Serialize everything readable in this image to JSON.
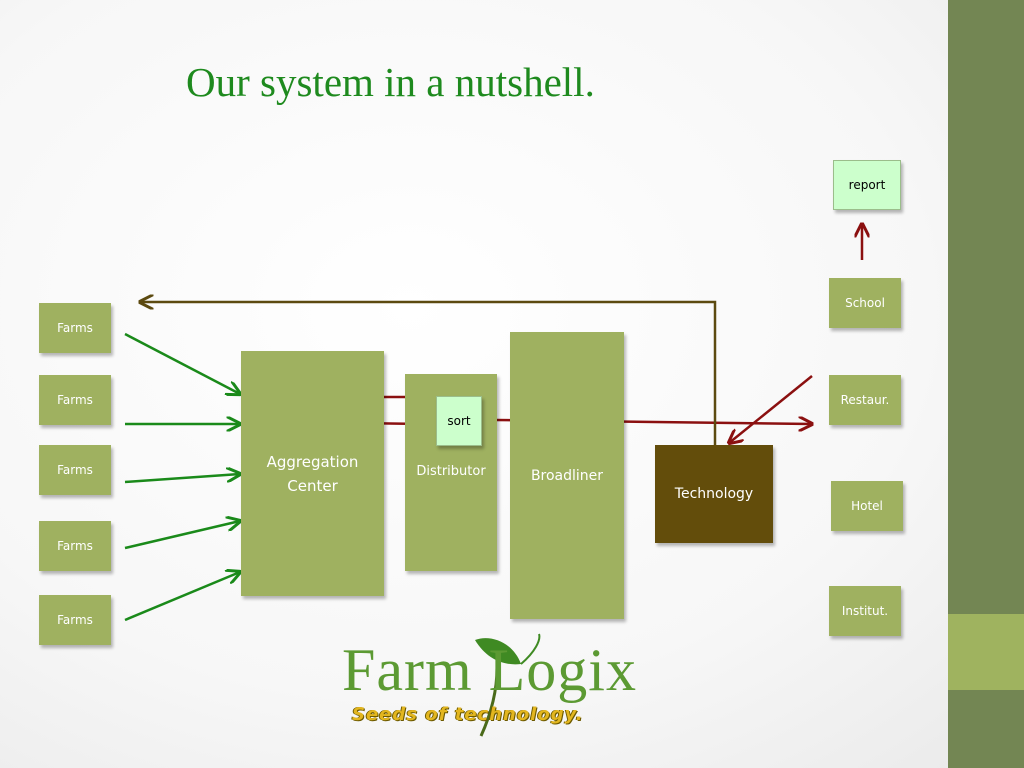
{
  "slide": {
    "title": "Our system in a nutshell."
  },
  "boxes": {
    "farms": [
      "Farms",
      "Farms",
      "Farms",
      "Farms",
      "Farms"
    ],
    "aggregation_center": "Aggregation Center",
    "distributor": "Distributor",
    "sort": "sort",
    "broadliner": "Broadliner",
    "technology": "Technology",
    "report": "report",
    "customers": [
      "School",
      "Restaur.",
      "Hotel",
      "Institut."
    ]
  },
  "logo": {
    "name": "Farm Logix",
    "tagline": "Seeds of technology."
  },
  "colors": {
    "accent_green": "#9fb160",
    "title_green": "#1e8a1e",
    "arrow_green": "#1a8a1a",
    "arrow_red": "#8b1010",
    "arrow_brown": "#5c4a10",
    "technology_brown": "#634d0b",
    "highlight_mint": "#ccffcc",
    "sidebar": "#738653"
  }
}
